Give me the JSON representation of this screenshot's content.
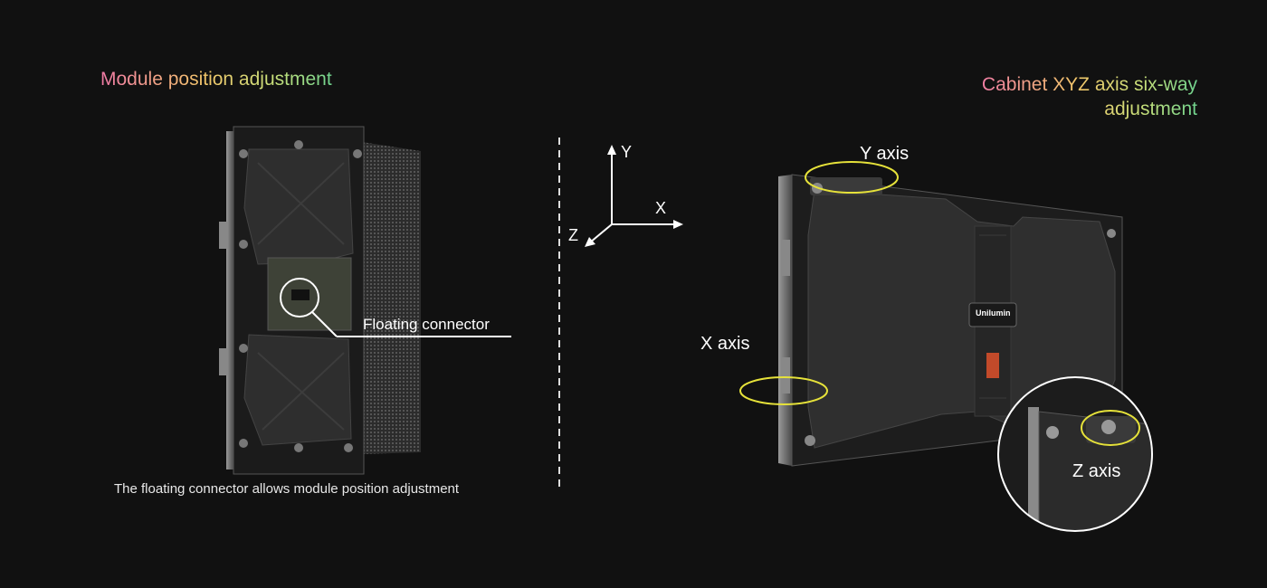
{
  "left": {
    "title": "Module position adjustment",
    "callout": "Floating connector",
    "caption": "The floating connector allows module position adjustment"
  },
  "axes": {
    "y": "Y",
    "x": "X",
    "z": "Z"
  },
  "right": {
    "title": "Cabinet XYZ axis six-way adjustment",
    "y_axis_label": "Y axis",
    "x_axis_label": "X axis",
    "z_axis_label": "Z axis",
    "brand": "Unilumin"
  },
  "colors": {
    "background": "#111111",
    "highlight": "#e6e23a",
    "gradient": [
      "#f07aa6",
      "#f2c66a",
      "#c8e07a",
      "#6fd38e"
    ]
  }
}
